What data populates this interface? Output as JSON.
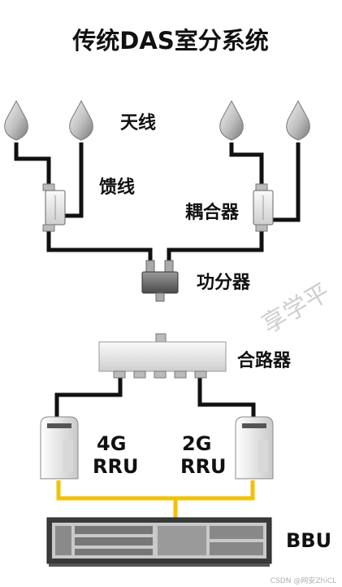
{
  "title": "传统DAS室分系统",
  "labels": {
    "antenna": "天线",
    "feeder": "馈线",
    "coupler": "耦合器",
    "power_divider": "功分器",
    "combiner": "合路器",
    "rru_4g_line1": "4G",
    "rru_4g_line2": "RRU",
    "rru_2g_line1": "2G",
    "rru_2g_line2": "RRU",
    "bbu": "BBU"
  },
  "watermark": "享学平",
  "credit": "CSDN @网安ZhiCL",
  "colors": {
    "cable": "#111111",
    "optical_fiber": "#f2c200",
    "device_body": "#e6e6e6"
  }
}
